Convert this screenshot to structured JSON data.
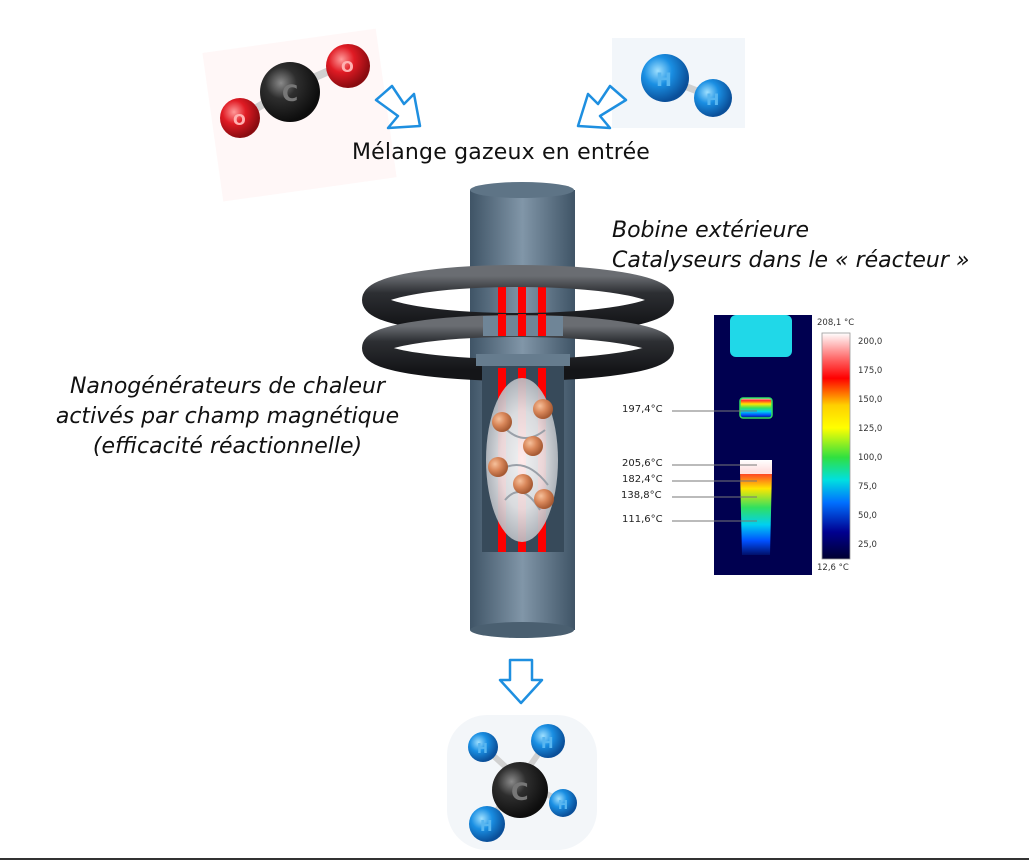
{
  "diagram": {
    "title_input": "Mélange gazeux en entrée",
    "label_coil": "Bobine extérieure",
    "label_catalysts": "Catalyseurs dans le « réacteur »",
    "label_nano": [
      "Nanogénérateurs de chaleur",
      "activés par champ magnétique",
      "(efficacité réactionnelle)"
    ],
    "molecules": {
      "input_1": {
        "name": "CO2",
        "atoms": [
          "O",
          "C",
          "O"
        ]
      },
      "input_2": {
        "name": "H2",
        "atoms": [
          "H",
          "H"
        ]
      },
      "output": {
        "name": "CH4",
        "atoms": [
          "C",
          "H",
          "H",
          "H",
          "H"
        ]
      }
    },
    "thermal_image": {
      "max_label": "208,1 °C",
      "min_label": "12,6 °C",
      "scale_ticks": [
        "200,0",
        "175,0",
        "150,0",
        "125,0",
        "100,0",
        "75,0",
        "50,0",
        "25,0"
      ],
      "readings": [
        "197,4°C",
        "205,6°C",
        "182,4°C",
        "138,8°C",
        "111,6°C"
      ]
    },
    "colors": {
      "arrow": "#1e8fe0",
      "carbon": "#2b2b2b",
      "oxygen": "#e01b24",
      "hydrogen": "#1a8fe3",
      "tube": "#5e7486",
      "coil": "#2d2f33",
      "stripe": "#ff0000",
      "particle": "#d9875a"
    }
  }
}
